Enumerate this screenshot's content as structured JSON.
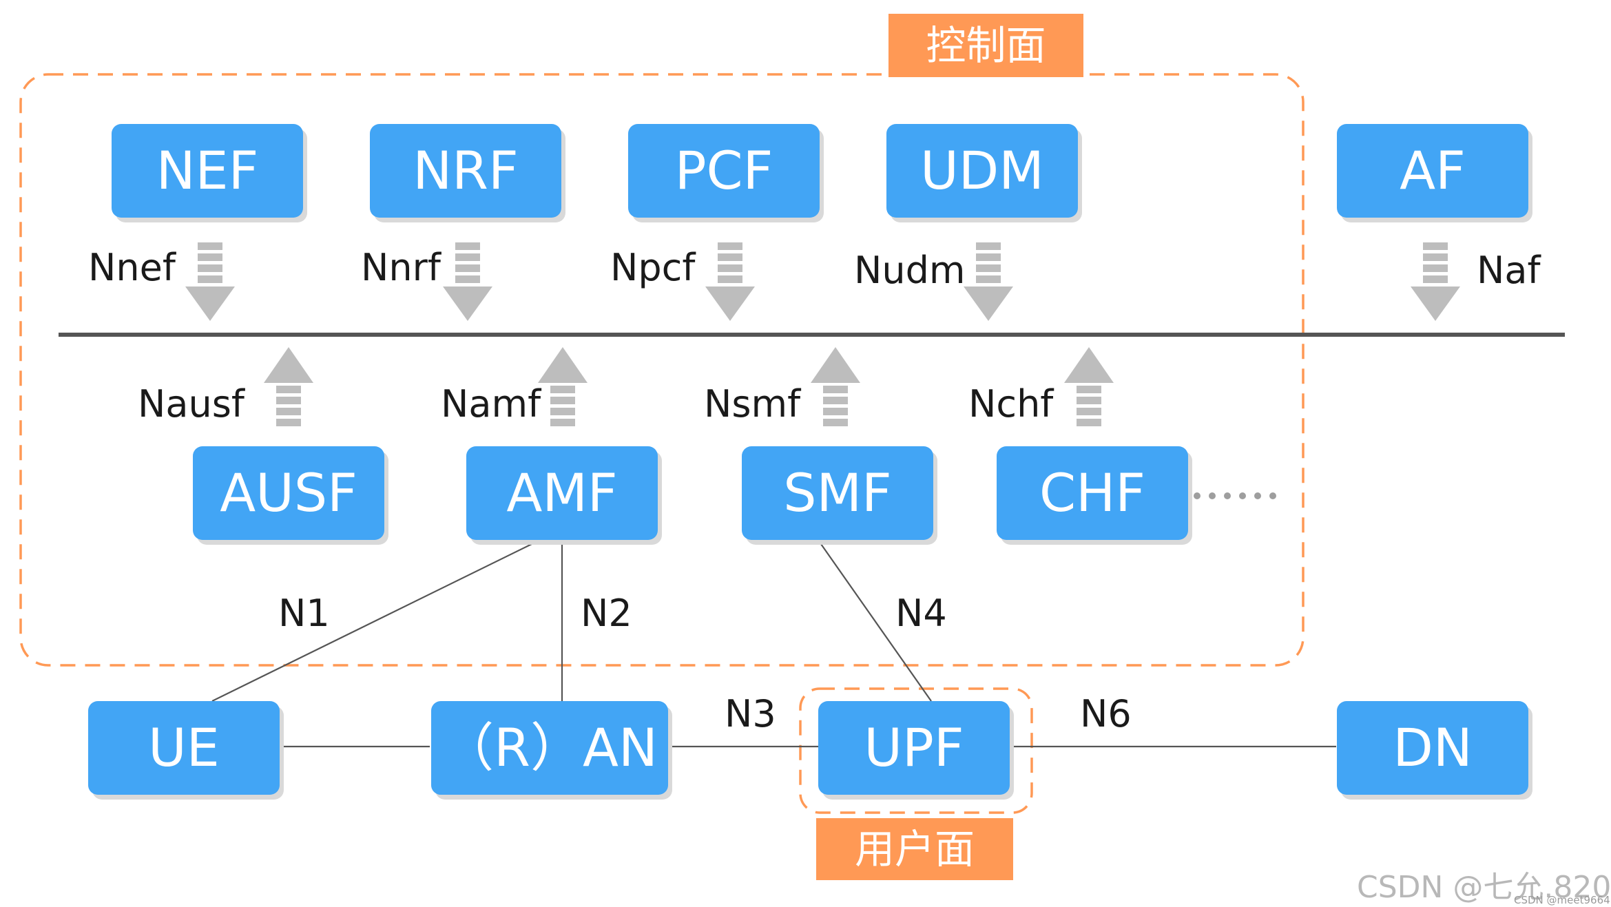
{
  "planes": {
    "control": "控制面",
    "user": "用户面"
  },
  "nf": {
    "nef": "NEF",
    "nrf": "NRF",
    "pcf": "PCF",
    "udm": "UDM",
    "af": "AF",
    "ausf": "AUSF",
    "amf": "AMF",
    "smf": "SMF",
    "chf": "CHF",
    "ue": "UE",
    "ran": "（R）AN",
    "upf": "UPF",
    "dn": "DN"
  },
  "sbi": {
    "nnef": "Nnef",
    "nnrf": "Nnrf",
    "npcf": "Npcf",
    "nudm": "Nudm",
    "naf": "Naf",
    "nausf": "Nausf",
    "namf": "Namf",
    "nsmf": "Nsmf",
    "nchf": "Nchf"
  },
  "links": {
    "n1": "N1",
    "n2": "N2",
    "n3": "N3",
    "n4": "N4",
    "n6": "N6"
  },
  "more": "……",
  "watermark": {
    "main": "CSDN @七允.820",
    "small": "CSDN @meet9664"
  },
  "colors": {
    "nf_box": "#42a5f5",
    "plane_border": "#ff9955",
    "arrow": "#bdbdbd",
    "bus": "#555555"
  }
}
